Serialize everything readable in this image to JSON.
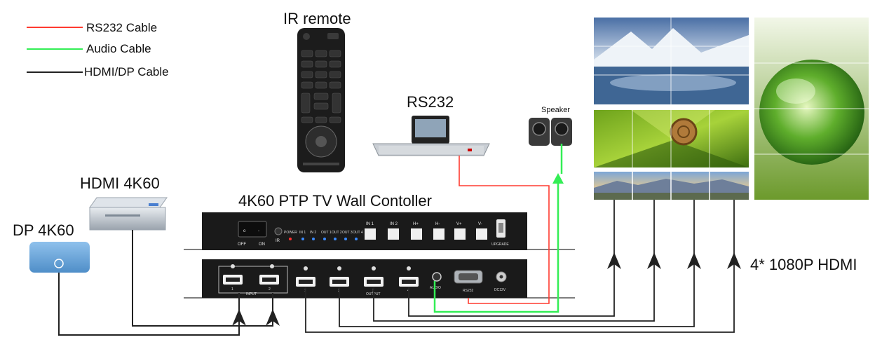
{
  "legend": [
    {
      "label": "RS232 Cable",
      "color": "#ff3b30"
    },
    {
      "label": "Audio Cable",
      "color": "#33ee55"
    },
    {
      "label": "HDMI/DP Cable",
      "color": "#222222"
    }
  ],
  "labels": {
    "ir_remote": "IR remote",
    "rs232_device": "RS232",
    "speaker": "Speaker",
    "hdmi_source": "HDMI 4K60",
    "dp_source": "DP 4K60",
    "controller": "4K60 PTP TV Wall Contoller",
    "outputs_note": "4* 1080P HDMI"
  },
  "front_panel": {
    "switch_off": "OFF",
    "switch_on": "ON",
    "ir": "IR",
    "leds": [
      "POWER",
      "IN 1",
      "IN 2",
      "OUT 1",
      "OUT 2",
      "OUT 3",
      "OUT 4"
    ],
    "buttons": [
      "IN 1",
      "IN 2",
      "H+",
      "H-",
      "V+",
      "V-"
    ],
    "usb_label": "UPGRADE"
  },
  "rear_panel": {
    "input_group": "INPUT",
    "inputs": [
      "1",
      "2"
    ],
    "output_group": "OUTPUT",
    "outputs": [
      "1",
      "2",
      "3",
      "4"
    ],
    "audio": "AUDIO",
    "rs232": "RS232",
    "power": "DC12V"
  },
  "colors": {
    "rs232": "#ff3b30",
    "audio": "#33ee55",
    "hdmi": "#222222",
    "device_body": "#1a1a1a"
  }
}
